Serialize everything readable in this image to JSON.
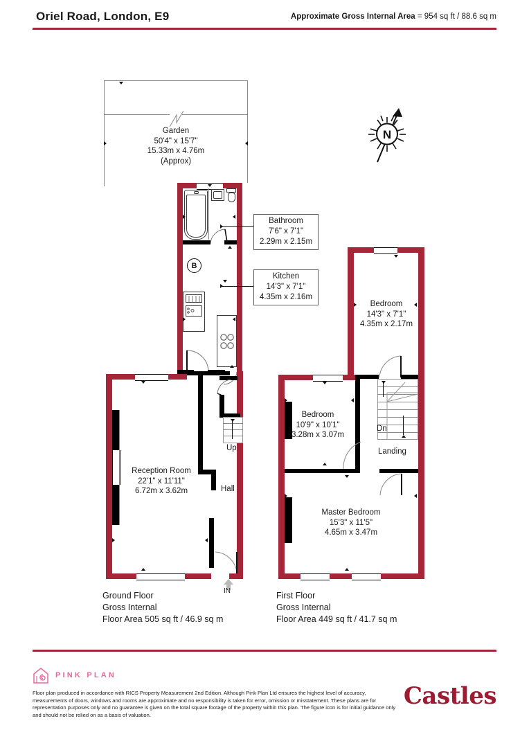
{
  "header": {
    "title": "Oriel Road, London, E9",
    "area_label": "Approximate Gross Internal Area",
    "area_value": "= 954 sq ft / 88.6 sq m"
  },
  "colors": {
    "exterior_wall": "#A42638",
    "interior_wall": "#000000",
    "rule": "#A42638",
    "pink_plan": "#E8699B",
    "castles": "#9E1B32"
  },
  "compass": {
    "label": "N"
  },
  "ground_floor": {
    "garden": {
      "name": "Garden",
      "imperial": "50'4\" x 15'7\"",
      "metric": "15.33m x 4.76m",
      "note": "(Approx)"
    },
    "bathroom": {
      "name": "Bathroom",
      "imperial": "7'6\" x 7'1\"",
      "metric": "2.29m x 2.15m"
    },
    "kitchen": {
      "name": "Kitchen",
      "imperial": "14'3\" x 7'1\"",
      "metric": "4.35m x 2.16m"
    },
    "reception": {
      "name": "Reception Room",
      "imperial": "22'1\" x 11'11\"",
      "metric": "6.72m x 3.62m"
    },
    "hall_label": "Hall",
    "boiler_label": "B",
    "stairs_label": "Up",
    "entrance_label": "IN",
    "title": "Ground Floor",
    "subtitle": "Gross Internal",
    "area": "Floor Area 505 sq ft / 46.9 sq m"
  },
  "first_floor": {
    "rear_bedroom": {
      "name": "Bedroom",
      "imperial": "14'3\" x 7'1\"",
      "metric": "4.35m x 2.17m"
    },
    "middle_bedroom": {
      "name": "Bedroom",
      "imperial": "10'9\" x 10'1\"",
      "metric": "3.28m x 3.07m"
    },
    "master_bedroom": {
      "name": "Master Bedroom",
      "imperial": "15'3\" x 11'5\"",
      "metric": "4.65m x 3.47m"
    },
    "landing_label": "Landing",
    "stairs_label": "Dn",
    "title": "First Floor",
    "subtitle": "Gross Internal",
    "area": "Floor Area 449 sq ft / 41.7 sq m"
  },
  "footer": {
    "brand": "PINK PLAN",
    "agent": "Castles",
    "disclaimer": "Floor plan produced in accordance with RICS Property Measurement 2nd Edition. Although Pink Plan Ltd ensures the highest level of accuracy, measurements of doors, windows and rooms are approximate and no responsibility is taken for error, omission or misstatement. These plans are for representation purposes only and no guarantee is given on the total square footage of the property within this plan. The figure icon is for initial guidance only and should not be relied on as a basis of valuation."
  }
}
